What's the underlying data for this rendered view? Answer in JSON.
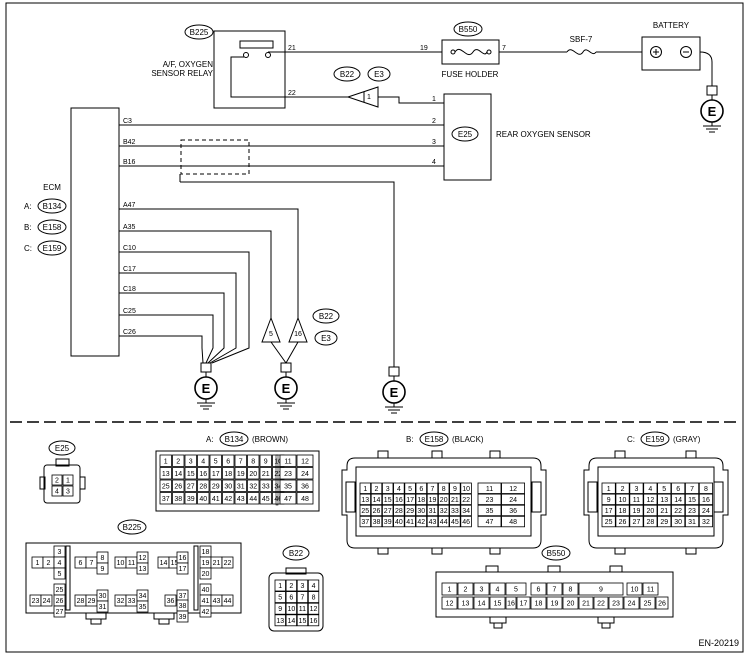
{
  "components": {
    "relay": {
      "tag": "B225",
      "label_line1": "A/F, OXYGEN",
      "label_line2": "SENSOR RELAY",
      "pin_top": "21",
      "pin_bottom": "22"
    },
    "fuse_holder": {
      "tag": "B550",
      "label": "FUSE HOLDER",
      "pin_left": "19",
      "pin_right": "7"
    },
    "sbf": {
      "label": "SBF-7"
    },
    "battery": {
      "label": "BATTERY"
    },
    "connector_tag": {
      "a": "B22",
      "b": "E3",
      "pin": "1"
    },
    "rear_sensor": {
      "tag": "E25",
      "label": "REAR OXYGEN SENSOR",
      "pins": [
        "1",
        "2",
        "3",
        "4"
      ]
    },
    "ecm": {
      "label": "ECM",
      "connectors": [
        {
          "key": "A:",
          "tag": "B134"
        },
        {
          "key": "B:",
          "tag": "E158"
        },
        {
          "key": "C:",
          "tag": "E159"
        }
      ],
      "pins_upper": [
        "C3",
        "B42",
        "B16"
      ],
      "pins_lower": [
        "A47",
        "A35",
        "C10",
        "C17",
        "C18",
        "C25",
        "C26"
      ]
    },
    "ground_connectors": {
      "pin_left": "5",
      "pin_right": "16",
      "tag_a": "B22",
      "tag_b": "E3"
    },
    "ground_symbol": "E"
  },
  "connectors": {
    "e25": {
      "tag": "E25",
      "cells": [
        "2",
        "1",
        "4",
        "3"
      ]
    },
    "b134": {
      "prefix": "A:",
      "tag": "B134",
      "color": "(BROWN)",
      "main": [
        [
          "1",
          "2",
          "3",
          "4",
          "5",
          "6",
          "7",
          "8",
          "9",
          "10"
        ],
        [
          "13",
          "14",
          "15",
          "16",
          "17",
          "18",
          "19",
          "20",
          "21",
          "22"
        ],
        [
          "25",
          "26",
          "27",
          "28",
          "29",
          "30",
          "31",
          "32",
          "33",
          "34"
        ],
        [
          "37",
          "38",
          "39",
          "40",
          "41",
          "42",
          "43",
          "44",
          "45",
          "46"
        ]
      ],
      "side": [
        [
          "11",
          "12"
        ],
        [
          "23",
          "24"
        ],
        [
          "35",
          "36"
        ],
        [
          "47",
          "48"
        ]
      ]
    },
    "e158": {
      "prefix": "B:",
      "tag": "E158",
      "color": "(BLACK)",
      "main": [
        [
          "1",
          "2",
          "3",
          "4",
          "5",
          "6",
          "7",
          "8",
          "9",
          "10"
        ],
        [
          "13",
          "14",
          "15",
          "16",
          "17",
          "18",
          "19",
          "20",
          "21",
          "22"
        ],
        [
          "25",
          "26",
          "27",
          "28",
          "29",
          "30",
          "31",
          "32",
          "33",
          "34"
        ],
        [
          "37",
          "38",
          "39",
          "40",
          "41",
          "42",
          "43",
          "44",
          "45",
          "46"
        ]
      ],
      "side": [
        [
          "11",
          "12"
        ],
        [
          "23",
          "24"
        ],
        [
          "35",
          "36"
        ],
        [
          "47",
          "48"
        ]
      ]
    },
    "e159": {
      "prefix": "C:",
      "tag": "E159",
      "color": "(GRAY)",
      "rows": [
        [
          "1",
          "2",
          "3",
          "4",
          "5",
          "6",
          "7",
          "8"
        ],
        [
          "9",
          "10",
          "11",
          "12",
          "13",
          "14",
          "15",
          "16"
        ],
        [
          "17",
          "18",
          "19",
          "20",
          "21",
          "22",
          "23",
          "24"
        ],
        [
          "25",
          "26",
          "27",
          "28",
          "29",
          "30",
          "31",
          "32"
        ]
      ]
    },
    "b225": {
      "tag": "B225",
      "cells": [
        "1",
        "2",
        "3",
        "4",
        "5",
        "6",
        "7",
        "8",
        "9",
        "10",
        "11",
        "12",
        "13",
        "14",
        "15",
        "16",
        "17",
        "18",
        "19",
        "20",
        "21",
        "22",
        "23",
        "24",
        "25",
        "26",
        "27",
        "28",
        "29",
        "30",
        "31",
        "32",
        "33",
        "34",
        "35",
        "36",
        "37",
        "38",
        "39",
        "40",
        "41",
        "42",
        "43",
        "44"
      ]
    },
    "b22": {
      "tag": "B22",
      "rows": [
        [
          "1",
          "2",
          "3",
          "4"
        ],
        [
          "5",
          "6",
          "7",
          "8"
        ],
        [
          "9",
          "10",
          "11",
          "12"
        ],
        [
          "13",
          "14",
          "15",
          "16"
        ]
      ]
    },
    "b550": {
      "tag": "B550",
      "top": [
        "1",
        "2",
        "3",
        "4",
        "5",
        "6",
        "7",
        "8",
        "9",
        "10",
        "11"
      ],
      "bottom": [
        "12",
        "13",
        "14",
        "15",
        "16",
        "17",
        "18",
        "19",
        "20",
        "21",
        "22",
        "23",
        "24",
        "25",
        "26"
      ]
    }
  },
  "footer": {
    "code": "EN-20219"
  }
}
